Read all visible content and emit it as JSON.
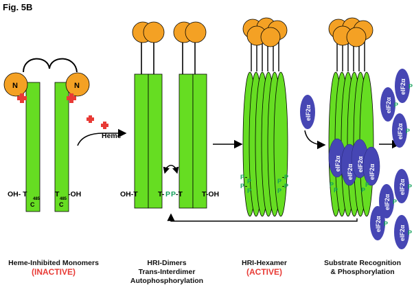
{
  "figure_label": "Fig. 5B",
  "monomer": {
    "n_label": "N",
    "c_label": "C",
    "left_residue": "OH- T",
    "right_residue": "-OH",
    "t_letter": "T",
    "residue_number": "485"
  },
  "heme_label": "Heme",
  "dimer": {
    "left_label": "OH-T",
    "mid_left": "T-",
    "p_left": "P",
    "p_right": "P",
    "mid_right": "-T",
    "right_label": "T-OH"
  },
  "phospho": {
    "p": "P",
    "dash": "-"
  },
  "substrate": {
    "name": "eIF2α",
    "p": "P"
  },
  "captions": {
    "monomers_title": "Heme-Inhibited Monomers",
    "monomers_state": "(INACTIVE)",
    "dimers_line1": "HRI-Dimers",
    "dimers_line2": "Trans-Interdimer",
    "dimers_line3": "Autophosphorylation",
    "hexamer_title": "HRI-Hexamer",
    "hexamer_state": "(ACTIVE)",
    "substrate_line1": "Substrate Recognition",
    "substrate_line2": "& Phosphorylation"
  },
  "colors": {
    "domain_green": "#66dd22",
    "head_orange": "#f4a124",
    "heme_red": "#e83a35",
    "eif_blue": "#4646b4",
    "phospho_green": "#12a05a",
    "state_red": "#e83a35"
  }
}
